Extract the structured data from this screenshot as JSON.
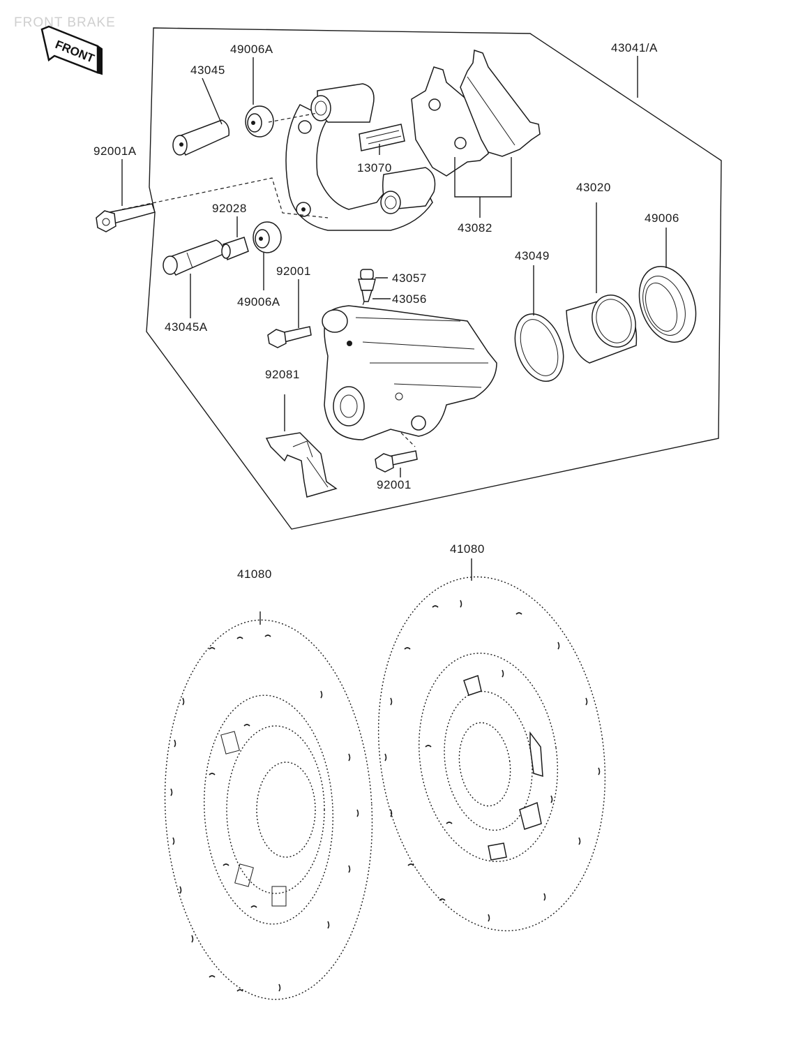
{
  "header": {
    "section_title": "FRONT BRAKE",
    "front_indicator": "FRONT"
  },
  "callouts": {
    "assembly": "43041/A",
    "pad_pin": "43045",
    "pad_pin_a": "43045A",
    "boot_a_top": "49006A",
    "boot_a_bottom": "49006A",
    "bolt_a": "92001A",
    "bolt_upper": "92001",
    "bolt_lower": "92001",
    "bushing": "92028",
    "shim": "13070",
    "pad": "43082",
    "seal": "43049",
    "piston": "43020",
    "dust_seal": "49006",
    "bleed_cap": "43057",
    "bleed_valve": "43056",
    "spring": "92081",
    "disc_left": "41080",
    "disc_right": "41080"
  }
}
